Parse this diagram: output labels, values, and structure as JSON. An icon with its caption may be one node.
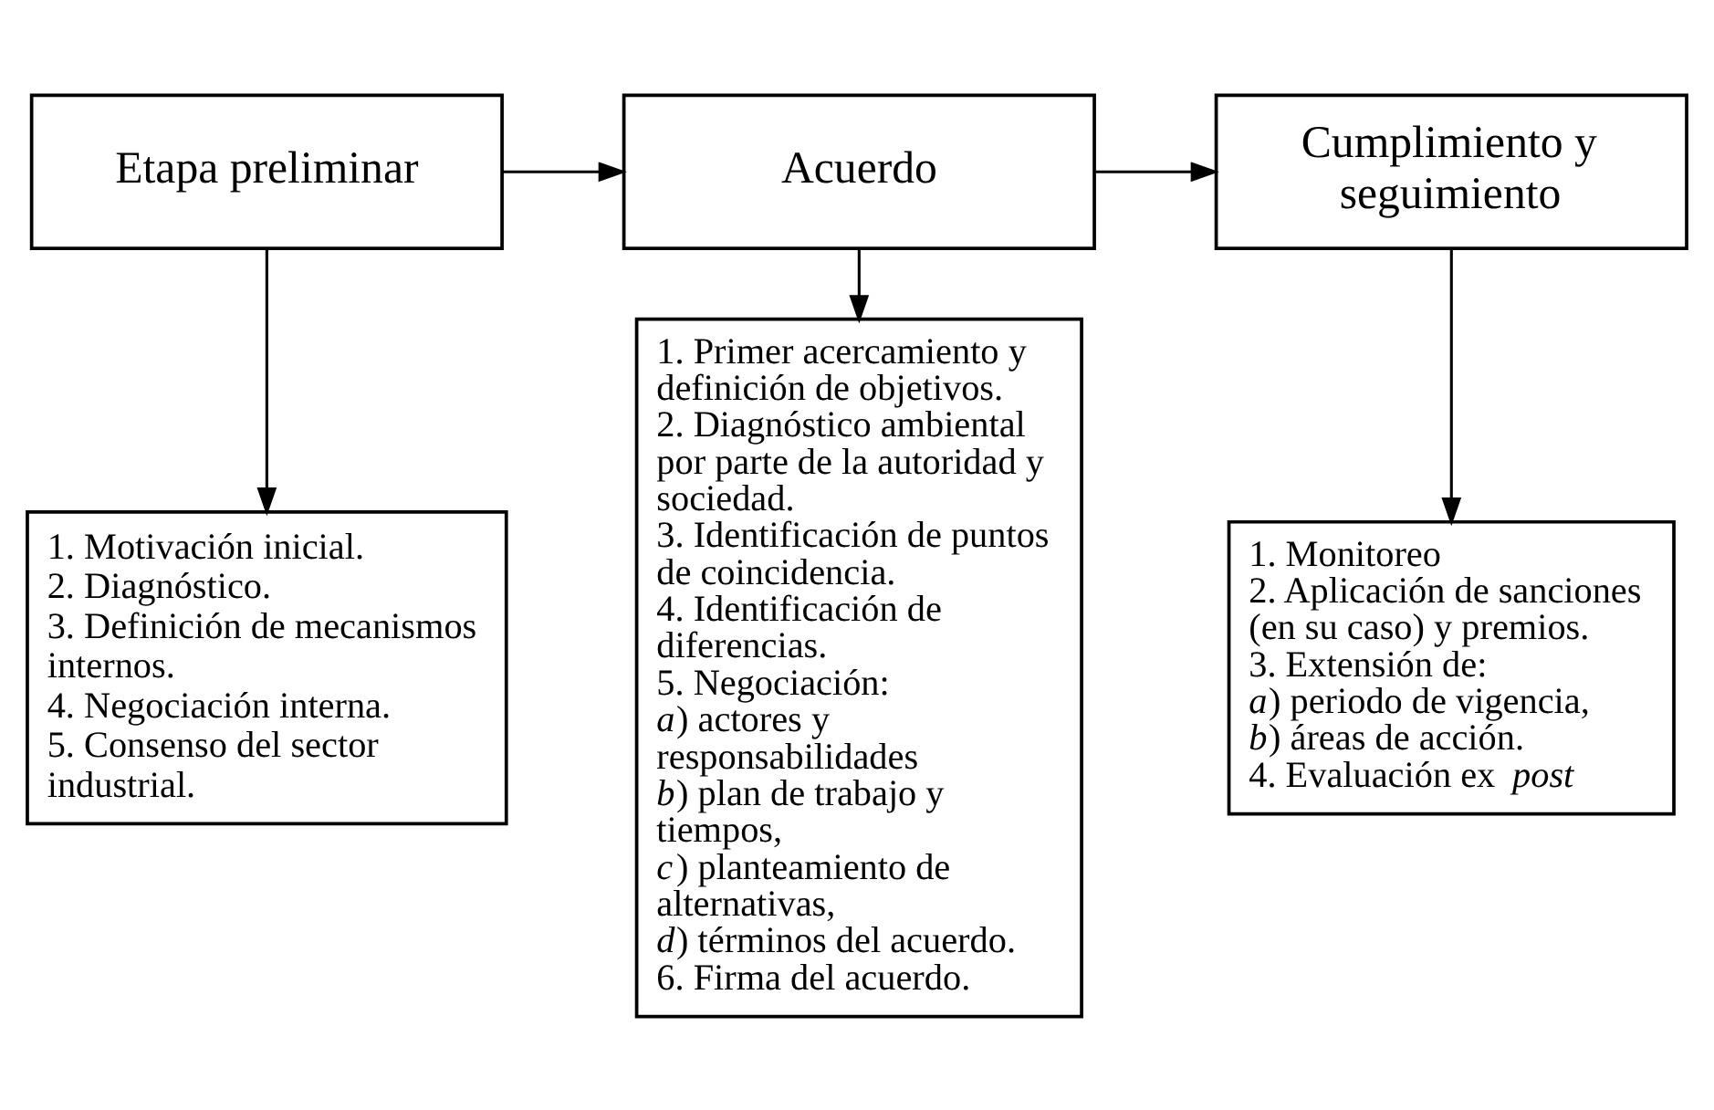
{
  "diagram": {
    "nodes": [
      {
        "text": [
          "Etapa preliminar"
        ]
      },
      {
        "text": [
          "Acuerdo"
        ]
      },
      {
        "text": [
          "Cumplimiento y seguimiento"
        ]
      },
      {
        "text": [
          "1. Motivación inicial.",
          "2. Diagnóstico.",
          "3. Definición de mecanismos internos.",
          "4. Negociación interna.",
          "5. Consenso del sector industrial."
        ]
      },
      {
        "text": [
          "1. Primer acercamiento y definición de objetivos.",
          "2. Diagnóstico ambiental por parte de la autoridad y sociedad.",
          "3. Identificación de puntos de coincidencia.",
          "4. Identificación de diferencias.",
          "5. Negociación:",
          "*a*) actores y responsabilidades",
          "*b*) plan de trabajo y tiempos,",
          "*c*) planteamiento de alternativas,",
          "*d*) términos del acuerdo.",
          "6. Firma del acuerdo."
        ]
      },
      {
        "text": [
          "1. Monitoreo",
          "2. Aplicación de sanciones (en su caso) y premios.",
          "3. Extensión de:",
          "*a*) periodo de vigencia,",
          "*b*) áreas de acción.",
          "4. Evaluación ex *post*"
        ]
      }
    ],
    "edges": [
      {
        "from": 0,
        "to": 1,
        "arrow": "to"
      },
      {
        "from": 1,
        "to": 2,
        "arrow": "to"
      },
      {
        "from": 0,
        "to": 3,
        "arrow": "to"
      },
      {
        "from": 1,
        "to": 4,
        "arrow": "to"
      },
      {
        "from": 2,
        "to": 5,
        "arrow": "to"
      }
    ]
  }
}
